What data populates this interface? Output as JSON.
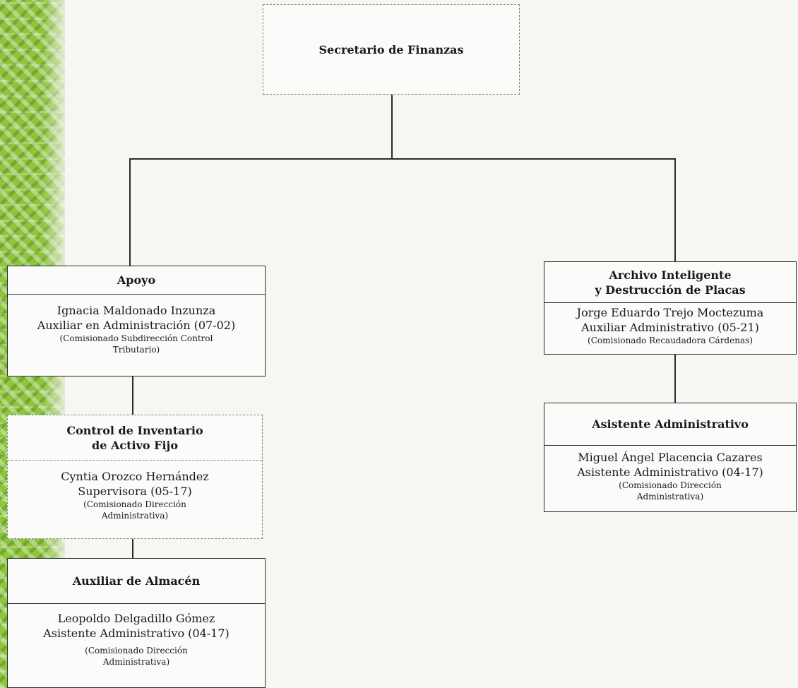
{
  "top": {
    "title": "Secretario de Finanzas"
  },
  "apoyo": {
    "title": "Apoyo",
    "name": "Ignacia Maldonado Inzunza",
    "position": "Auxiliar en Administración (07-02)",
    "note": "(Comisionado Subdirección Control Tributario)"
  },
  "control": {
    "title_line1": "Control de Inventario",
    "title_line2": "de Activo Fijo",
    "name": "Cyntia Orozco Hernández",
    "position": "Supervisora (05-17)",
    "note": "(Comisionado Dirección Administrativa)"
  },
  "almacen": {
    "title": "Auxiliar de Almacén",
    "name": "Leopoldo Delgadillo Gómez",
    "position": "Asistente Administrativo (04-17)",
    "note": "(Comisionado Dirección Administrativa)"
  },
  "archivo": {
    "title_line1": "Archivo Inteligente",
    "title_line2": "y Destrucción de Placas",
    "name": "Jorge Eduardo Trejo Moctezuma",
    "position": "Auxiliar Administrativo (05-21)",
    "note": "(Comisionado Recaudadora Cárdenas)"
  },
  "asistente": {
    "title": "Asistente Administrativo",
    "name": "Miguel Ángel Placencia Cazares",
    "position": "Asistente Administrativo (04-17)",
    "note": "(Comisionado Dirección Administrativa)"
  }
}
